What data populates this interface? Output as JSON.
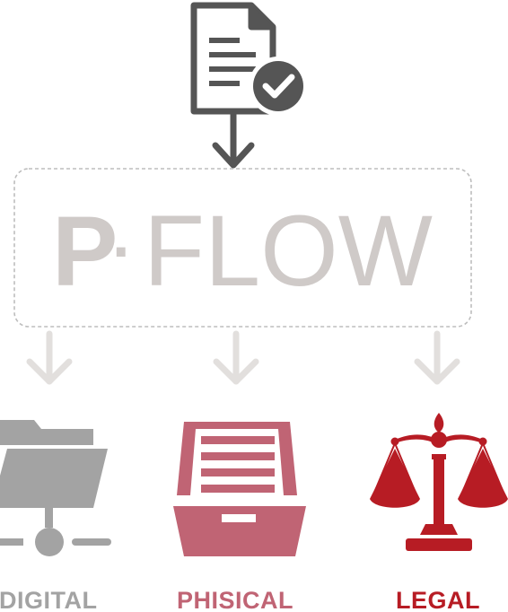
{
  "logo": {
    "text_p": "P",
    "separator": "·",
    "text_flow": "FLOW"
  },
  "categories": [
    {
      "label": "DIGITAL",
      "icon": "network-folder-icon",
      "color": "#a3a3a3"
    },
    {
      "label": "PHISICAL",
      "icon": "archive-drawer-icon",
      "color": "#c06474"
    },
    {
      "label": "LEGAL",
      "icon": "scales-of-justice-icon",
      "color": "#b71c24"
    }
  ],
  "colors": {
    "document": "#555555",
    "logo": "#cfcac8",
    "box_border": "#bdbdbd",
    "arrows_light": "#e2dfdd"
  }
}
